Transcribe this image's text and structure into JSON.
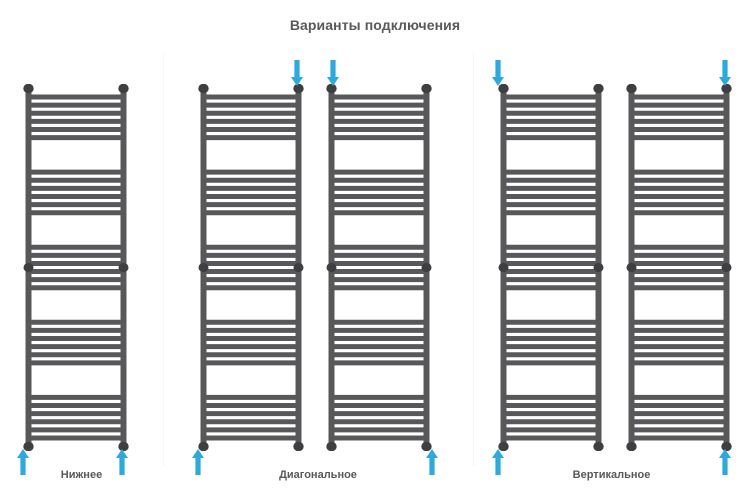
{
  "title": "Варианты подключения",
  "colors": {
    "background": "#ffffff",
    "metal": "#58585a",
    "metal_dark": "#3f3f41",
    "arrow": "#29abe2",
    "text": "#58595b",
    "divider": "#eceef0"
  },
  "sections": [
    {
      "id": "bottom",
      "label": "Нижнее",
      "radiators": [
        {
          "id": "rad-bottom-1",
          "arrows": [
            {
              "name": "arrow-bottom-left",
              "direction": "up",
              "corner": "bottom-left"
            },
            {
              "name": "arrow-bottom-right",
              "direction": "up",
              "corner": "bottom-right"
            }
          ]
        }
      ]
    },
    {
      "id": "diagonal",
      "label": "Диагональное",
      "radiators": [
        {
          "id": "rad-diag-1",
          "arrows": [
            {
              "name": "arrow-top-right",
              "direction": "down",
              "corner": "top-right"
            },
            {
              "name": "arrow-bottom-left",
              "direction": "up",
              "corner": "bottom-left"
            }
          ]
        },
        {
          "id": "rad-diag-2",
          "arrows": [
            {
              "name": "arrow-top-left",
              "direction": "down",
              "corner": "top-left"
            },
            {
              "name": "arrow-bottom-right",
              "direction": "up",
              "corner": "bottom-right"
            }
          ]
        }
      ]
    },
    {
      "id": "vertical",
      "label": "Вертикальное",
      "radiators": [
        {
          "id": "rad-vert-1",
          "arrows": [
            {
              "name": "arrow-top-left",
              "direction": "down",
              "corner": "top-left"
            },
            {
              "name": "arrow-bottom-left",
              "direction": "up",
              "corner": "bottom-left"
            }
          ]
        },
        {
          "id": "rad-vert-2",
          "arrows": [
            {
              "name": "arrow-top-right",
              "direction": "down",
              "corner": "top-right"
            },
            {
              "name": "arrow-bottom-right",
              "direction": "up",
              "corner": "bottom-right"
            }
          ]
        }
      ]
    }
  ],
  "radiator_spec": {
    "rail_count": 2,
    "mid_joint": true,
    "rung_groups": [
      6,
      6,
      6,
      6,
      6
    ],
    "total_rungs": 30
  }
}
